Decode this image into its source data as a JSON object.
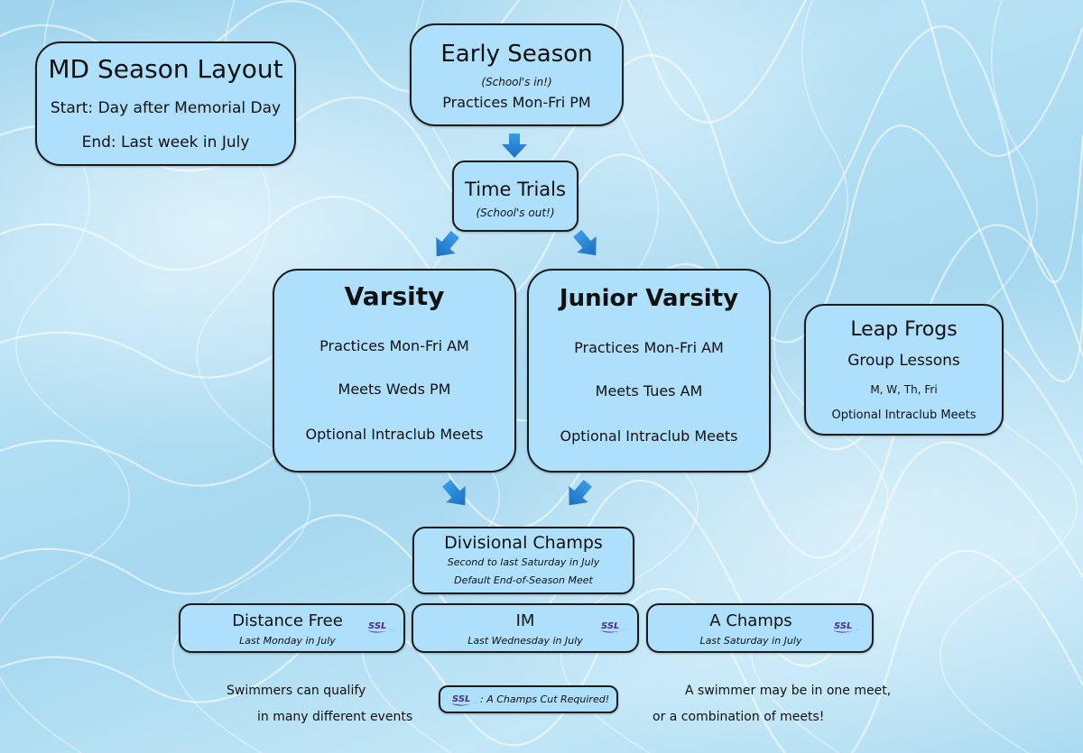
{
  "md_layout": {
    "title": "MD Season Layout",
    "start": "Start: Day after Memorial Day",
    "end": "End: Last week in July"
  },
  "early_season": {
    "title": "Early Season",
    "note": "(School's in!)",
    "practices": "Practices Mon-Fri PM"
  },
  "time_trials": {
    "title": "Time Trials",
    "note": "(School's out!)"
  },
  "varsity": {
    "title": "Varsity",
    "line1": "Practices Mon-Fri AM",
    "line2": "Meets Weds PM",
    "line3": "Optional Intraclub Meets"
  },
  "junior_varsity": {
    "title": "Junior Varsity",
    "line1": "Practices Mon-Fri AM",
    "line2": "Meets Tues AM",
    "line3": "Optional Intraclub Meets"
  },
  "leap_frogs": {
    "title": "Leap Frogs",
    "line1": "Group Lessons",
    "line2": "M, W, Th, Fri",
    "line3": "Optional Intraclub Meets"
  },
  "divisional": {
    "title": "Divisional Champs",
    "line1": "Second to last Saturday in July",
    "line2": "Default End-of-Season Meet"
  },
  "distance_free": {
    "title": "Distance Free",
    "date": "Last Monday in July"
  },
  "im": {
    "title": "IM",
    "date": "Last Wednesday in July"
  },
  "a_champs": {
    "title": "A Champs",
    "date": "Last Saturday in July"
  },
  "footer": {
    "left_line1": "Swimmers can qualify",
    "left_line2": "in many different events",
    "legend": ": A Champs Cut Required!",
    "right_line1": "A swimmer may be in one meet,",
    "right_line2": "or a combination of meets!"
  },
  "logo_text": "SSL",
  "colors": {
    "box_fill": "#aee0fb",
    "arrow": "#2a8ad6",
    "logo_purple": "#5a3a9a"
  }
}
